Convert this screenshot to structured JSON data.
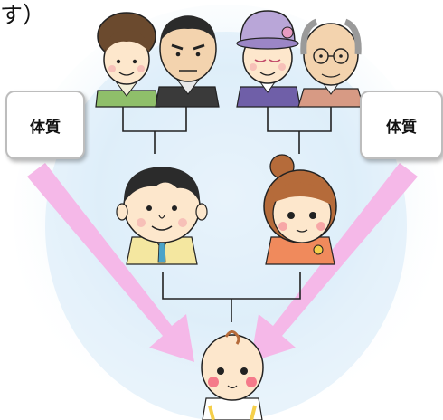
{
  "header": {
    "snippet": "す）"
  },
  "labels": {
    "left": "体質",
    "right": "体質"
  },
  "colors": {
    "background_glow": "#cfe6f6",
    "arrow": "#f5b8e8",
    "connector": "#222222",
    "skin": "#fde7cc",
    "outline": "#222222"
  },
  "figures": {
    "grandparents": [
      "grandmother-kimono",
      "grandfather-kimono",
      "grandmother-hat",
      "grandfather-glasses"
    ],
    "parents": [
      "father",
      "mother"
    ],
    "child": "baby"
  }
}
